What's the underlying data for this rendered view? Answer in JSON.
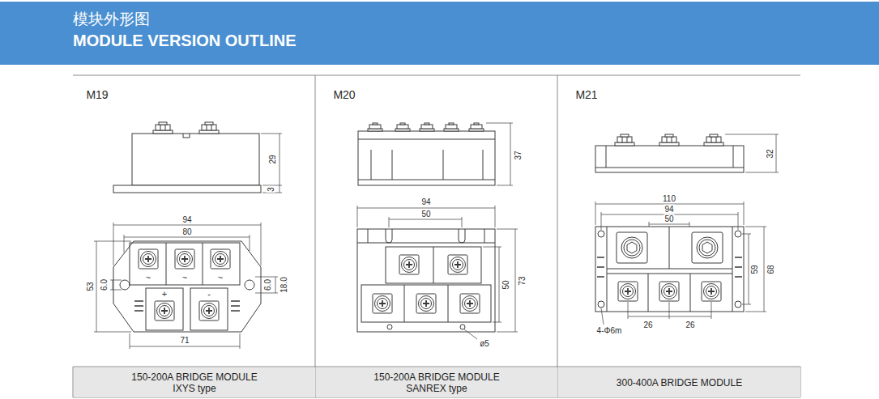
{
  "diagram": {
    "nodes": [
      {
        "text": [
          "模块外形图",
          "MODULE VERSION OUTLINE"
        ]
      },
      {
        "text": [
          "150-200A BRIDGE MODULE IXYS type"
        ]
      },
      {
        "text": [
          "150-200A BRIDGE MODULE SANREX type"
        ]
      },
      {
        "text": [
          "300-400A BRIDGE MODULE"
        ]
      }
    ],
    "labels": [
      "M19",
      "29",
      "3",
      "94",
      "80",
      "53",
      "6.0",
      "6.0",
      "18.0",
      "71",
      "~",
      "~",
      "~",
      "+",
      "-",
      "M20",
      "37",
      "94",
      "50",
      "50",
      "73",
      "ø5",
      "M21",
      "32",
      "110",
      "94",
      "50",
      "59",
      "68",
      "4-Φ6m",
      "26",
      "26"
    ]
  }
}
